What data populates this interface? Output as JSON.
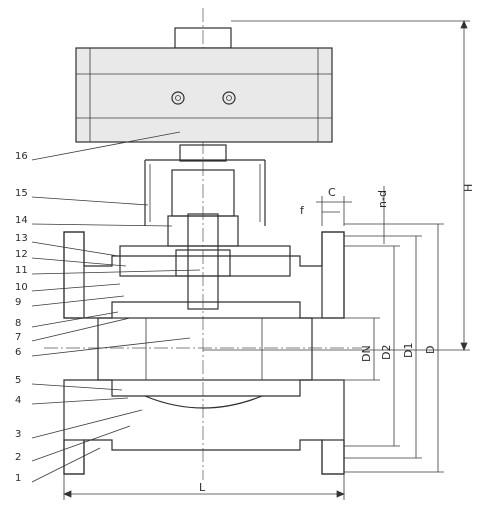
{
  "callouts": [
    "16",
    "15",
    "14",
    "13",
    "12",
    "11",
    "10",
    "9",
    "8",
    "7",
    "6",
    "5",
    "4",
    "3",
    "2",
    "1"
  ],
  "dimensions": {
    "length": "L",
    "height": "H",
    "nominal_diameter": "DN",
    "diameter_2": "D2",
    "diameter_1": "D1",
    "outer_diameter": "D",
    "flange_thickness": "C",
    "raised_face": "f",
    "bolt_holes": "n-d"
  },
  "icons": [
    "actuator-port-icon",
    "valve-body-section"
  ]
}
